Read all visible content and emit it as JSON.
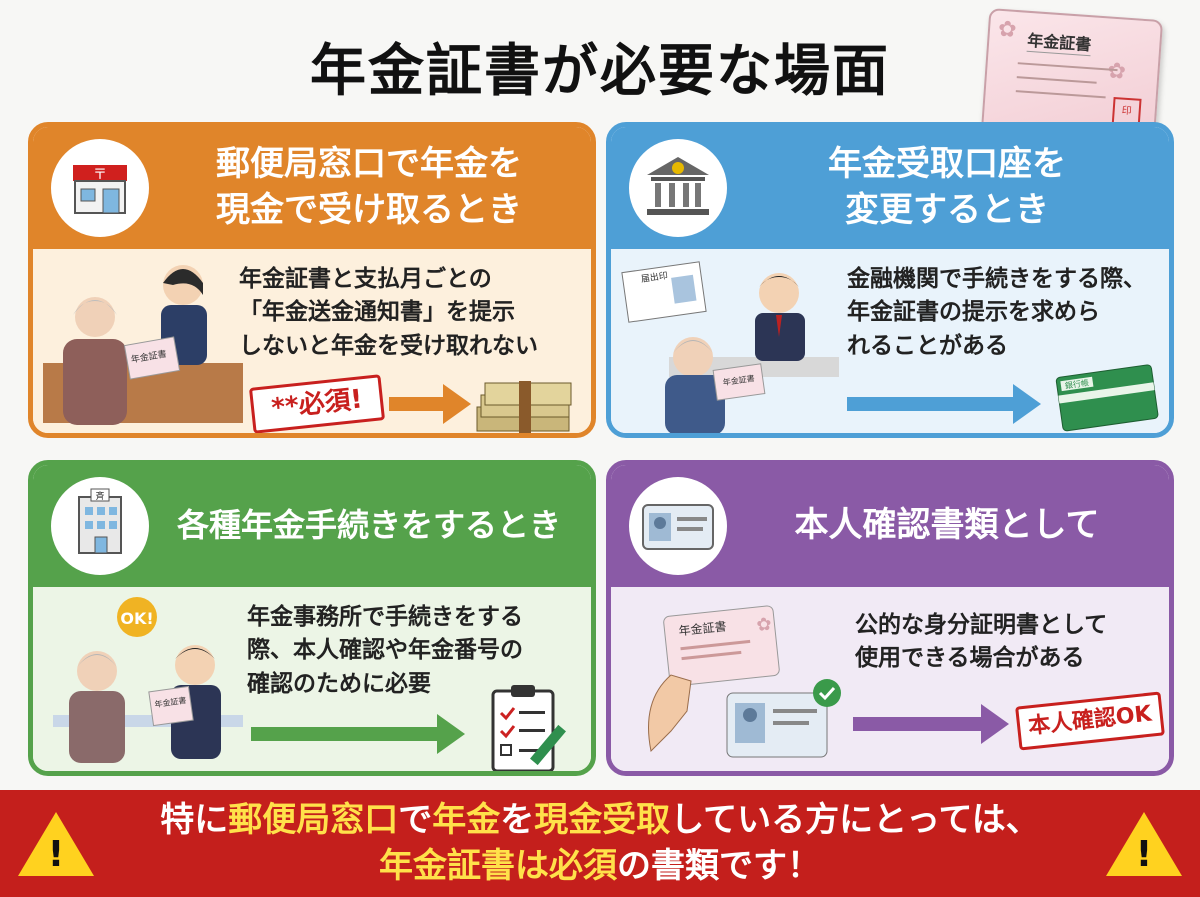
{
  "title": "年金証書が必要な場面",
  "hero_card": {
    "label": "年金証書"
  },
  "panels": [
    {
      "heading_line1": "郵便局窓口で年金を",
      "heading_line2": "現金で受け取るとき",
      "body_lines": [
        "年金証書と支払月ごとの",
        "「年金送金通知書」を提示",
        "しないと年金を受け取れない"
      ],
      "stamp": "**必須!",
      "illustration_label": "年金証書",
      "icon": "post-office-icon"
    },
    {
      "heading_line1": "年金受取口座を",
      "heading_line2": "変更するとき",
      "body_lines": [
        "金融機関で手続きをする際、",
        "年金証書の提示を求めら",
        "れることがある"
      ],
      "card_label": "届出印",
      "passbook_label": "銀行帳",
      "illustration_label": "年金証書",
      "icon": "bank-icon"
    },
    {
      "heading_line1": "各種年金手続きをするとき",
      "body_lines": [
        "年金事務所で手続きをする",
        "際、本人確認や年金番号の",
        "確認のために必要"
      ],
      "bubble": "OK!",
      "illustration_label": "年金証書",
      "icon": "office-building-icon",
      "building_label": "斉"
    },
    {
      "heading_line1": "本人確認書類として",
      "body_lines": [
        "公的な身分証明書として",
        "使用できる場合がある"
      ],
      "card_label": "年金証書",
      "stamp": "本人確認OK",
      "icon": "id-card-icon"
    }
  ],
  "banner": {
    "l1_a": "特に",
    "l1_b": "郵便局窓口",
    "l1_c": "で",
    "l1_d": "年金",
    "l1_e": "を",
    "l1_f": "現金受取",
    "l1_g": "している方にとっては、",
    "l2_a": "年金証書は必須",
    "l2_b": "の書類です！"
  },
  "colors": {
    "orange": "#e0852a",
    "blue": "#4e9fd6",
    "green": "#55a24b",
    "purple": "#8a5aa6",
    "banner": "#c41f1c",
    "highlight": "#ffe14a",
    "warning": "#ffd21f"
  }
}
